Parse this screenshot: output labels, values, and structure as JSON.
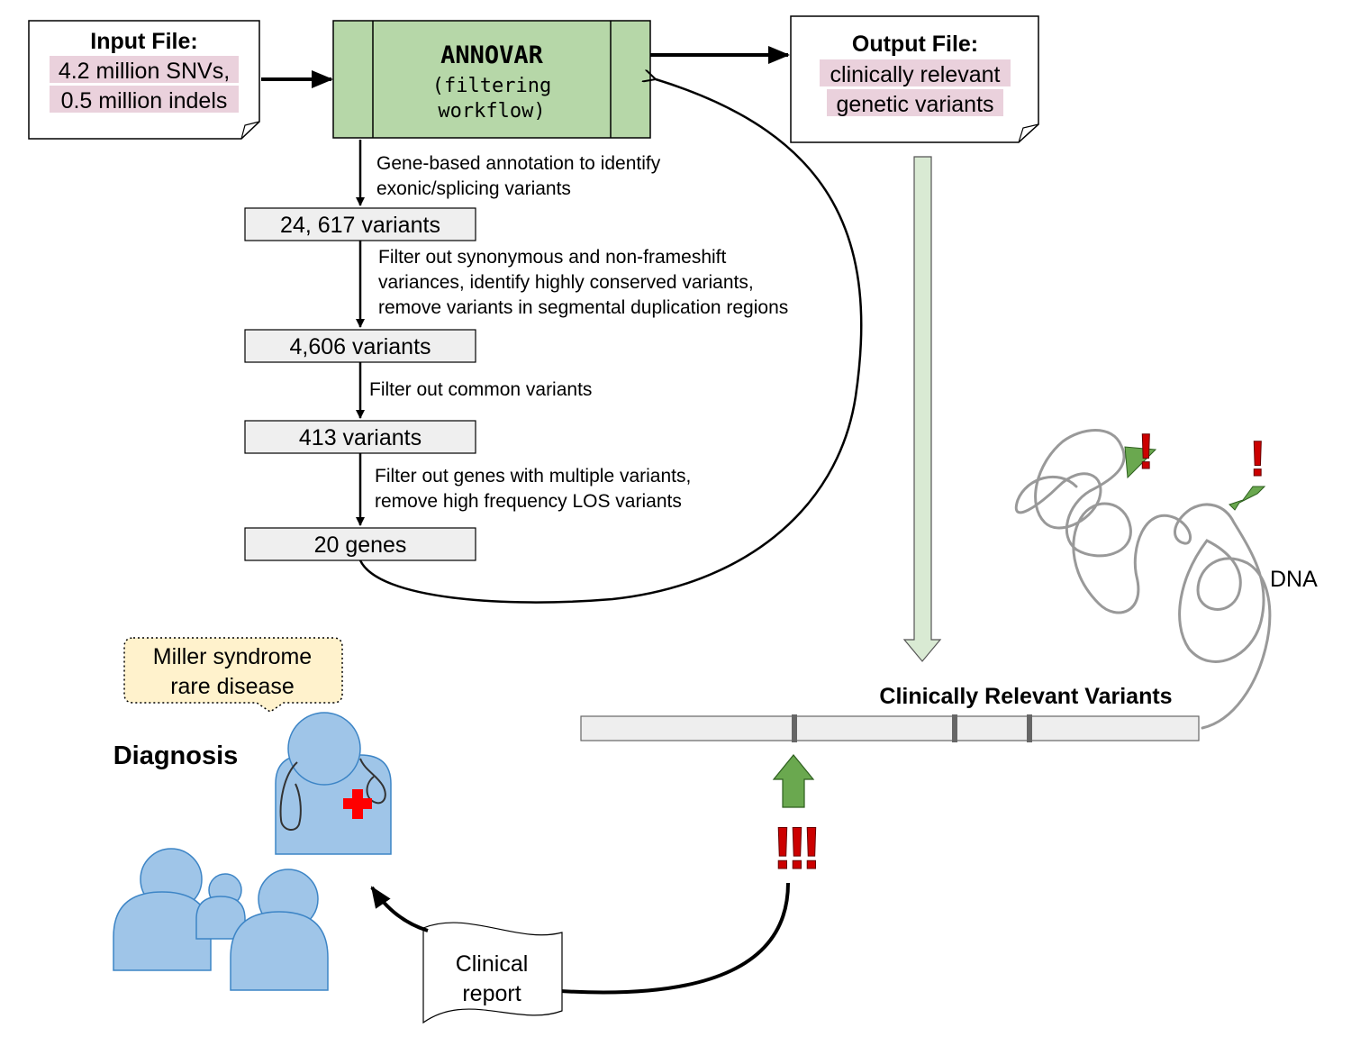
{
  "input_file": {
    "title": "Input File:",
    "line1": "4.2 million SNVs,",
    "line2": "0.5 million indels"
  },
  "annovar": {
    "title": "ANNOVAR",
    "line1": "(filtering",
    "line2": "workflow)"
  },
  "output_file": {
    "title": "Output File:",
    "line1": "clinically relevant",
    "line2": "genetic variants"
  },
  "steps": [
    {
      "label": "24, 617 variants"
    },
    {
      "label": "4,606 variants"
    },
    {
      "label": "413 variants"
    },
    {
      "label": "20 genes"
    }
  ],
  "step_notes": [
    {
      "lines": [
        "Gene-based annotation to identify",
        "exonic/splicing variants"
      ]
    },
    {
      "lines": [
        "Filter out synonymous and non-frameshift",
        "variances, identify highly conserved variants,",
        "remove variants in segmental duplication regions"
      ]
    },
    {
      "lines": [
        "Filter out common variants"
      ]
    },
    {
      "lines": [
        "Filter out genes with multiple variants,",
        "remove high frequency LOS variants"
      ]
    }
  ],
  "dna_label": "DNA",
  "variants_bar_title": "Clinically Relevant Variants",
  "diagnosis_label": "Diagnosis",
  "speech_bubble": {
    "line1": "Miller syndrome",
    "line2": "rare disease"
  },
  "clinical_report": {
    "line1": "Clinical",
    "line2": "report"
  },
  "exclamations": {
    "triple": "!!!",
    "single": "!"
  },
  "colors": {
    "annovar_fill": "#b6d7a8",
    "highlight": "#ead1dc",
    "step_fill": "#efefef",
    "output_arrow_fill": "#d9ead3",
    "green_arrow": "#6aa84f",
    "exclamation_red": "#cc0000",
    "people_blue": "#9fc5e8",
    "people_stroke": "#3d85c6",
    "bubble_fill": "#fff2cc",
    "dna_gray": "#999999",
    "cross_red": "#ff0000"
  }
}
